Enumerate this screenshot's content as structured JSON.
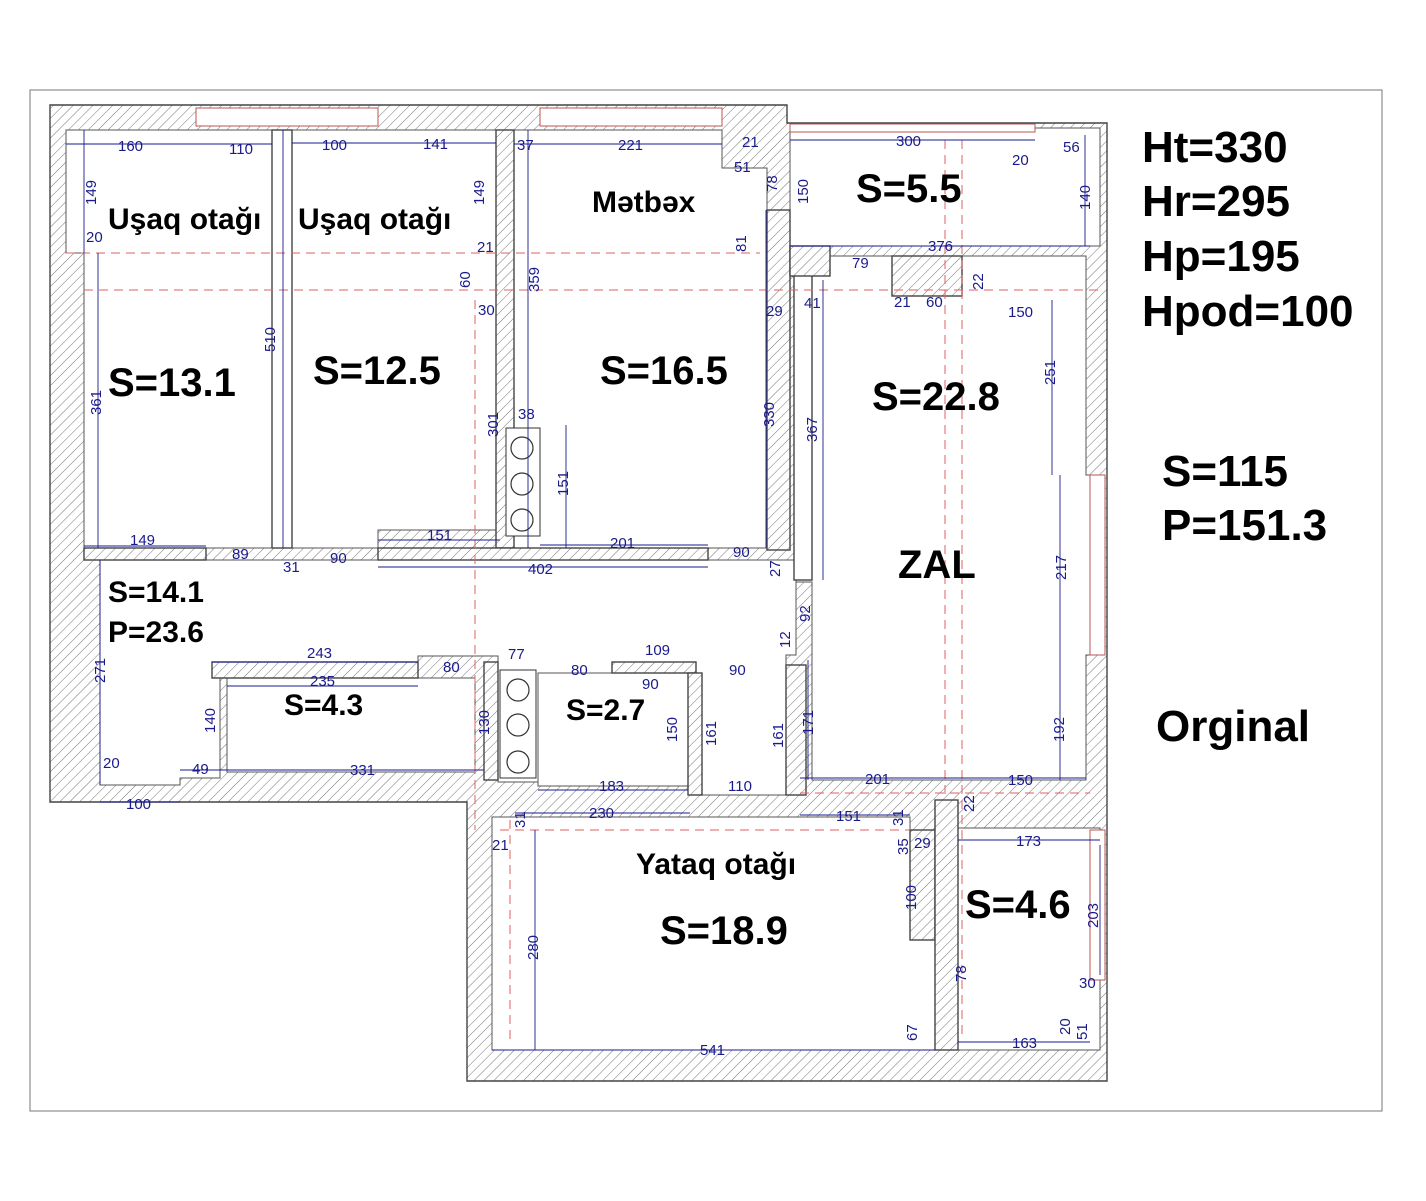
{
  "rooms": {
    "kids1": {
      "name": "Uşaq otağı",
      "area": "S=13.1"
    },
    "kids2": {
      "name": "Uşaq otağı",
      "area": "S=12.5"
    },
    "kitchen": {
      "name": "Mətbəx",
      "area": "S=16.5"
    },
    "balcony_top": {
      "area": "S=5.5"
    },
    "hall": {
      "name": "ZAL",
      "area": "S=22.8"
    },
    "corridor": {
      "area": "S=14.1",
      "perimeter": "P=23.6"
    },
    "bath1": {
      "area": "S=4.3"
    },
    "bath2": {
      "area": "S=2.7"
    },
    "bedroom": {
      "name": "Yataq otağı",
      "area": "S=18.9"
    },
    "balcony_bottom": {
      "area": "S=4.6"
    }
  },
  "summary": {
    "ht": "Ht=330",
    "hr": "Hr=295",
    "hp": "Hp=195",
    "hpod": "Hpod=100",
    "total_area": "S=115",
    "total_perimeter": "P=151.3",
    "status": "Orginal"
  },
  "dimensions": {
    "d160": "160",
    "d110a": "110",
    "d100a": "100",
    "d141": "141",
    "d37": "37",
    "d221": "221",
    "d21a": "21",
    "d51a": "51",
    "d78a": "78",
    "d150a": "150",
    "d300": "300",
    "d20a": "20",
    "d56": "56",
    "d140a": "140",
    "d149a": "149",
    "d20b": "20",
    "d149b": "149",
    "d21b": "21",
    "d60a": "60",
    "d30a": "30",
    "d359": "359",
    "d81": "81",
    "d29a": "29",
    "d41": "41",
    "d79": "79",
    "d376": "376",
    "d22a": "22",
    "d21c": "21",
    "d60b": "60",
    "d150b": "150",
    "d251": "251",
    "d510": "510",
    "d361": "361",
    "d301": "301",
    "d38": "38",
    "d151a": "151",
    "d330": "330",
    "d367": "367",
    "d149c": "149",
    "d89": "89",
    "d31a": "31",
    "d90a": "90",
    "d151b": "151",
    "d201a": "201",
    "d90b": "90",
    "d402": "402",
    "d27": "27",
    "d217": "217",
    "d92": "92",
    "d271": "271",
    "d243": "243",
    "d235": "235",
    "d80a": "80",
    "d77": "77",
    "d80b": "80",
    "d109": "109",
    "d90c": "90",
    "d90d": "90",
    "d12": "12",
    "d140b": "140",
    "d130": "130",
    "d150c": "150",
    "d161a": "161",
    "d161b": "161",
    "d171": "171",
    "d192": "192",
    "d20c": "20",
    "d49": "49",
    "d331": "331",
    "d183": "183",
    "d110b": "110",
    "d201b": "201",
    "d150d": "150",
    "d100b": "100",
    "d230": "230",
    "d31b": "31",
    "d151c": "151",
    "d31c": "31",
    "d22b": "22",
    "d21d": "21",
    "d35": "35",
    "d29b": "29",
    "d173": "173",
    "d100c": "100",
    "d203": "203",
    "d280": "280",
    "d78b": "78",
    "d30b": "30",
    "d20d": "20",
    "d51b": "51",
    "d67": "67",
    "d541": "541",
    "d163": "163"
  }
}
